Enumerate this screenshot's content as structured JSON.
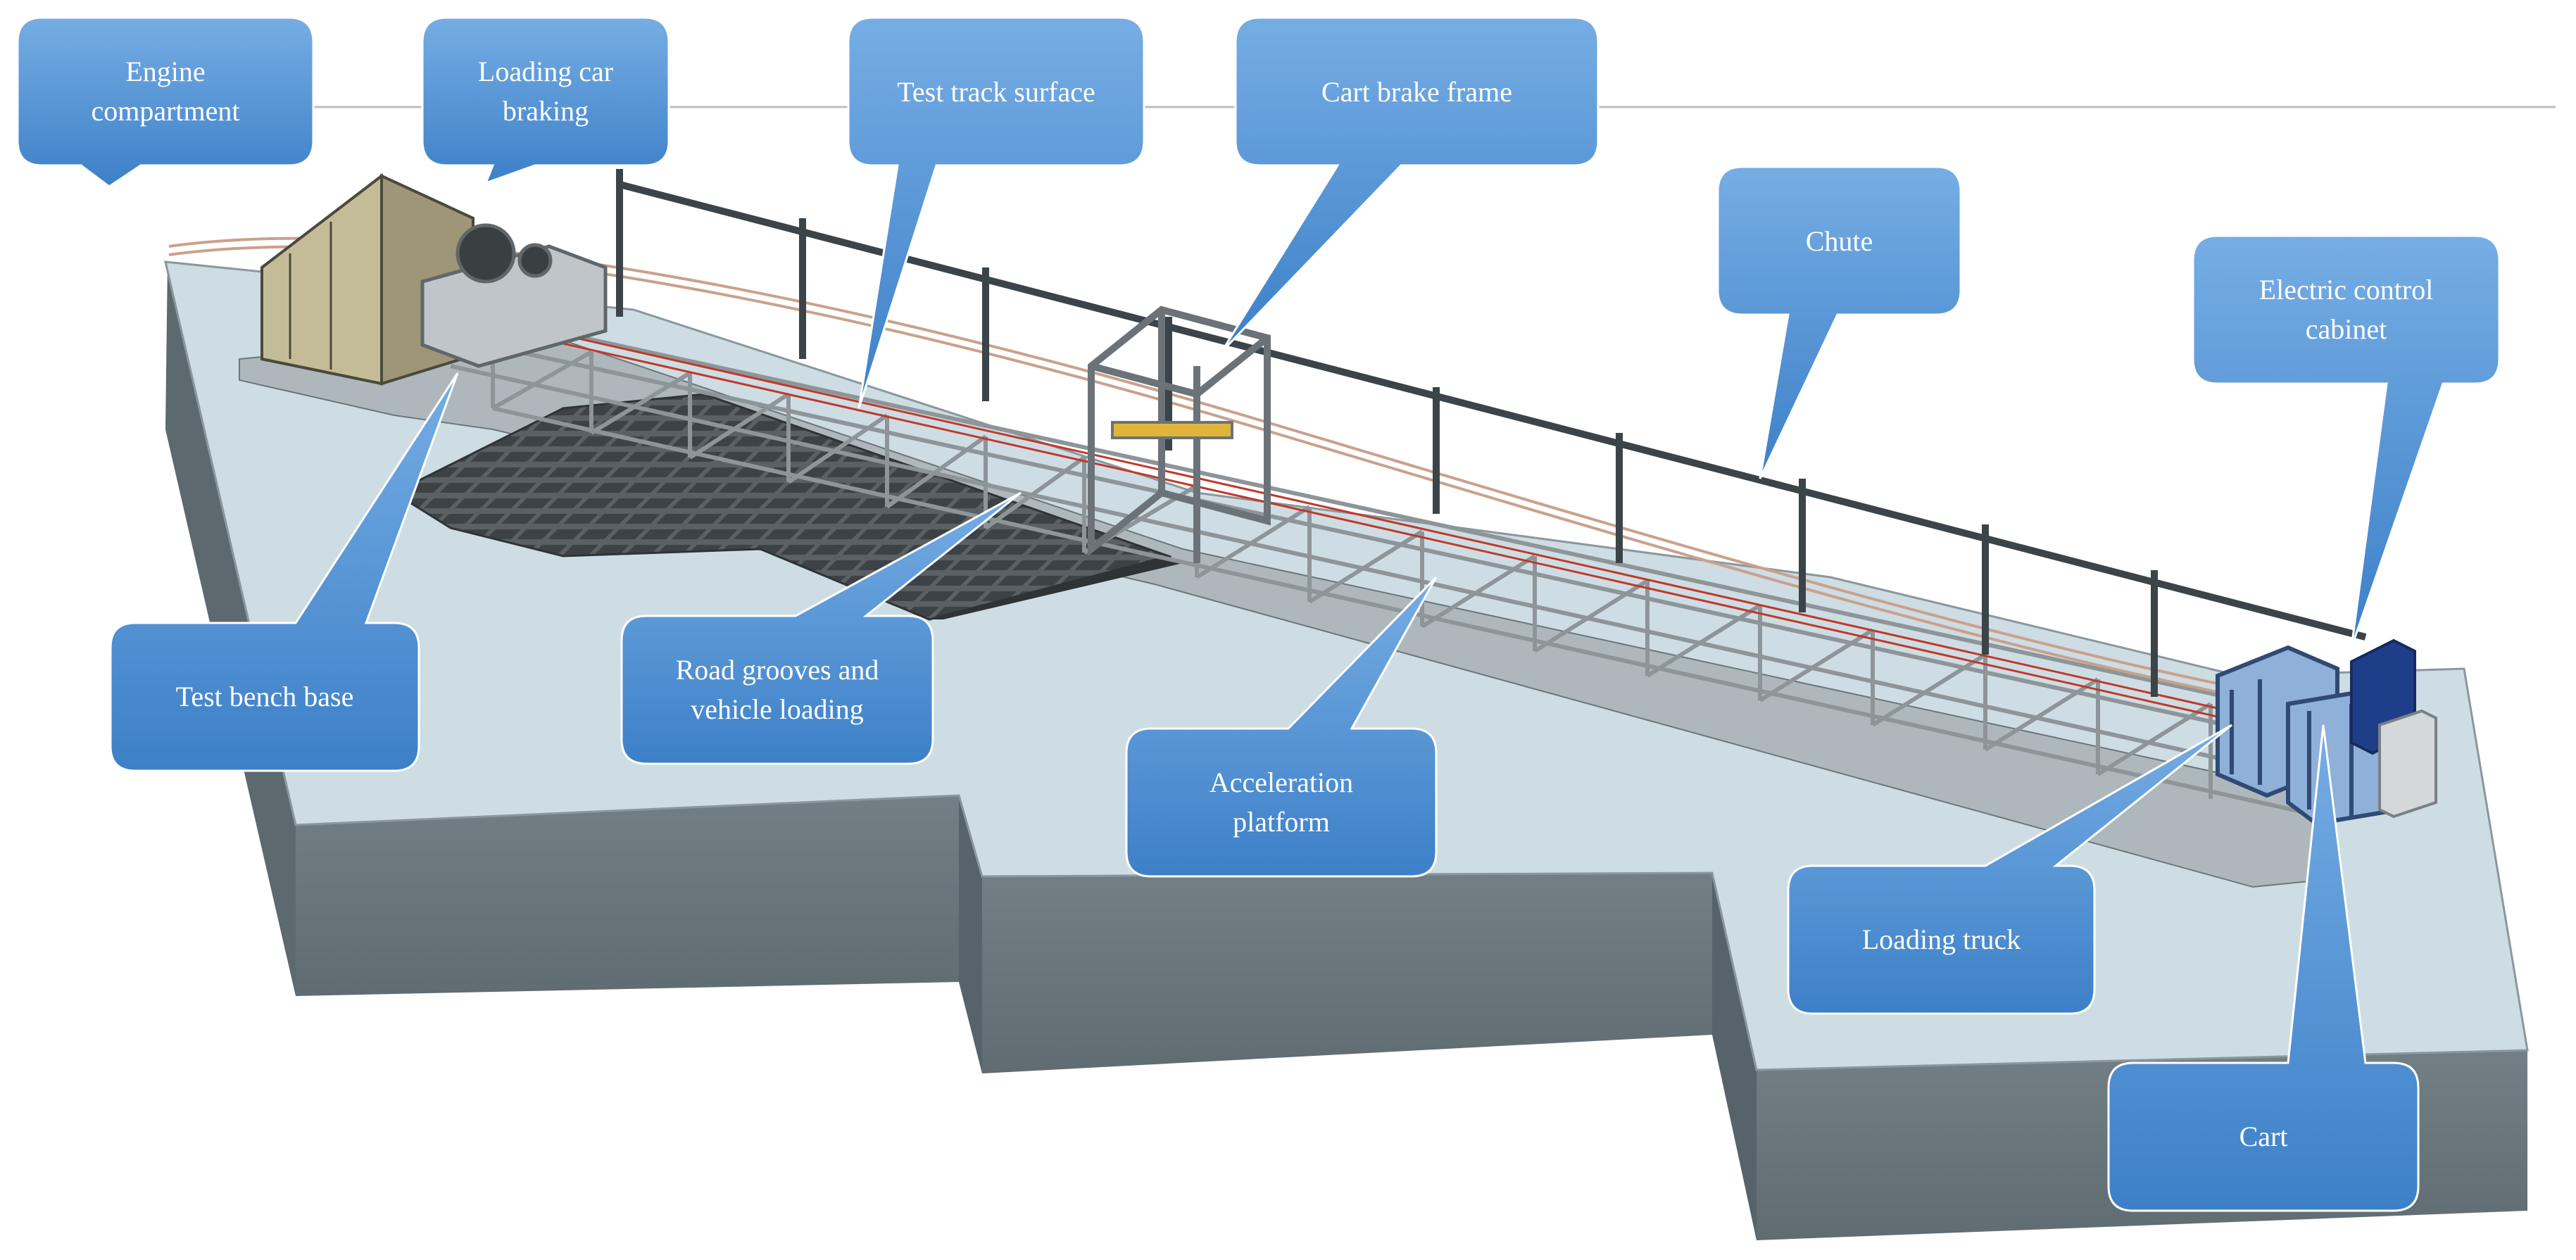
{
  "colors": {
    "ground_top": "#cddde3",
    "ground_side": "#6b7a80",
    "callout_top": "#6fa7e0",
    "callout_bottom": "#3f83cc",
    "frame": "#9aa0a4",
    "rail_dark": "#3b4448",
    "grate": "#4f5559",
    "cabinet": "#b8b08c"
  },
  "callouts": {
    "engine_compartment": "Engine\ncompartment",
    "loading_car_braking": "Loading car\nbraking",
    "test_track_surface": "Test track surface",
    "cart_brake_frame": "Cart brake frame",
    "chute": "Chute",
    "electric_control_cabinet": "Electric control\ncabinet",
    "test_bench_base": "Test bench base",
    "road_grooves": "Road grooves and\nvehicle loading",
    "acceleration_platform": "Acceleration\nplatform",
    "loading_truck": "Loading truck",
    "cart": "Cart"
  }
}
